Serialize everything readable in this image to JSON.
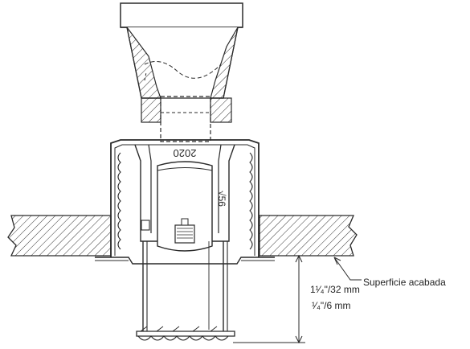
{
  "labels": {
    "finished_surface": "Superficie acabada",
    "dimension_max": "1¹⁄₄\"/32 mm",
    "dimension_min": "¹⁄₄\"/6 mm"
  },
  "markings": {
    "yoke_code": "2020",
    "frame_code": "√56"
  },
  "colors": {
    "line": "#2a2a2a",
    "background": "#ffffff"
  }
}
